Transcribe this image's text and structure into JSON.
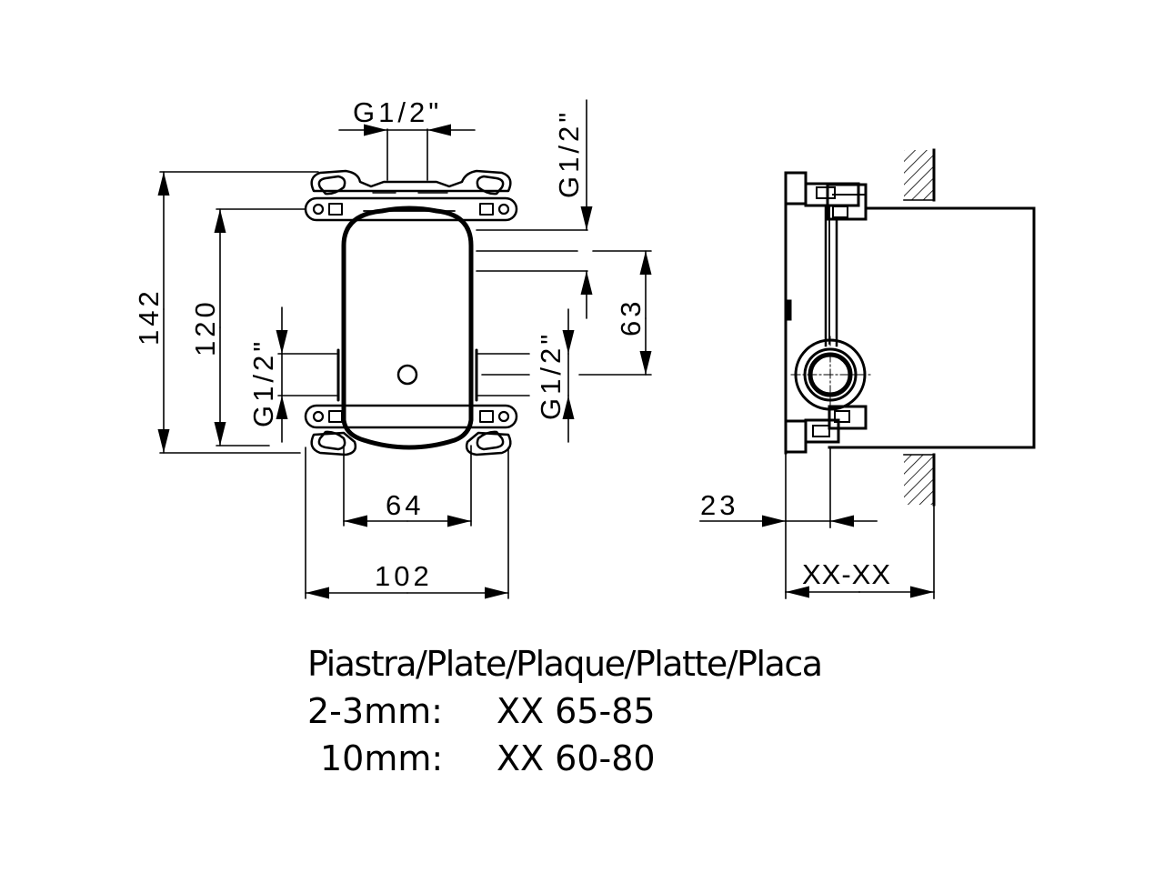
{
  "drawing": {
    "colors": {
      "line": "#000000",
      "background": "#ffffff"
    },
    "front_view": {
      "dimensions": {
        "top_thread": "G1/2\"",
        "right_top_thread": "G1/2\"",
        "left_bottom_thread": "G1/2\"",
        "right_bottom_thread": "G1/2\"",
        "overall_height": "142",
        "fixing_height": "120",
        "connection_spacing": "63",
        "fixing_width": "64",
        "overall_width": "102"
      }
    },
    "side_view": {
      "dimensions": {
        "depth_min": "23",
        "recess_depth": "XX-XX"
      }
    }
  },
  "legend": {
    "title": "Piastra/Plate/Plaque/Platte/Placa",
    "rows": [
      {
        "thickness": "2-3mm:",
        "range": "XX 65-85"
      },
      {
        "thickness": "10mm:",
        "range": "XX 60-80"
      }
    ]
  }
}
